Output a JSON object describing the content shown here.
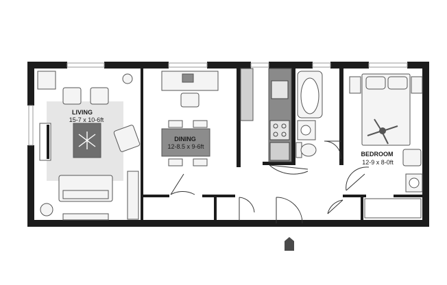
{
  "rooms": {
    "living": {
      "name": "LIVING",
      "dims": "15-7 x 10-6ft"
    },
    "dining": {
      "name": "DINING",
      "dims": "12-8.5 x 9-6ft"
    },
    "bedroom": {
      "name": "BEDROOM",
      "dims": "12-9 x 8-0ft"
    }
  },
  "colors": {
    "wall": "#1c1c1c",
    "rug": "#e6e6e6",
    "furniture_fill": "#f4f4f4",
    "furniture_stroke": "#555555",
    "counter": "#8a8a8a",
    "window": "#c8c8c8"
  },
  "icons": [
    "entrance-arrow-icon",
    "ceiling-fan-icon",
    "laptop-icon",
    "sink-icon",
    "stove-icon",
    "bathtub-icon",
    "toilet-icon",
    "washer-icon"
  ]
}
